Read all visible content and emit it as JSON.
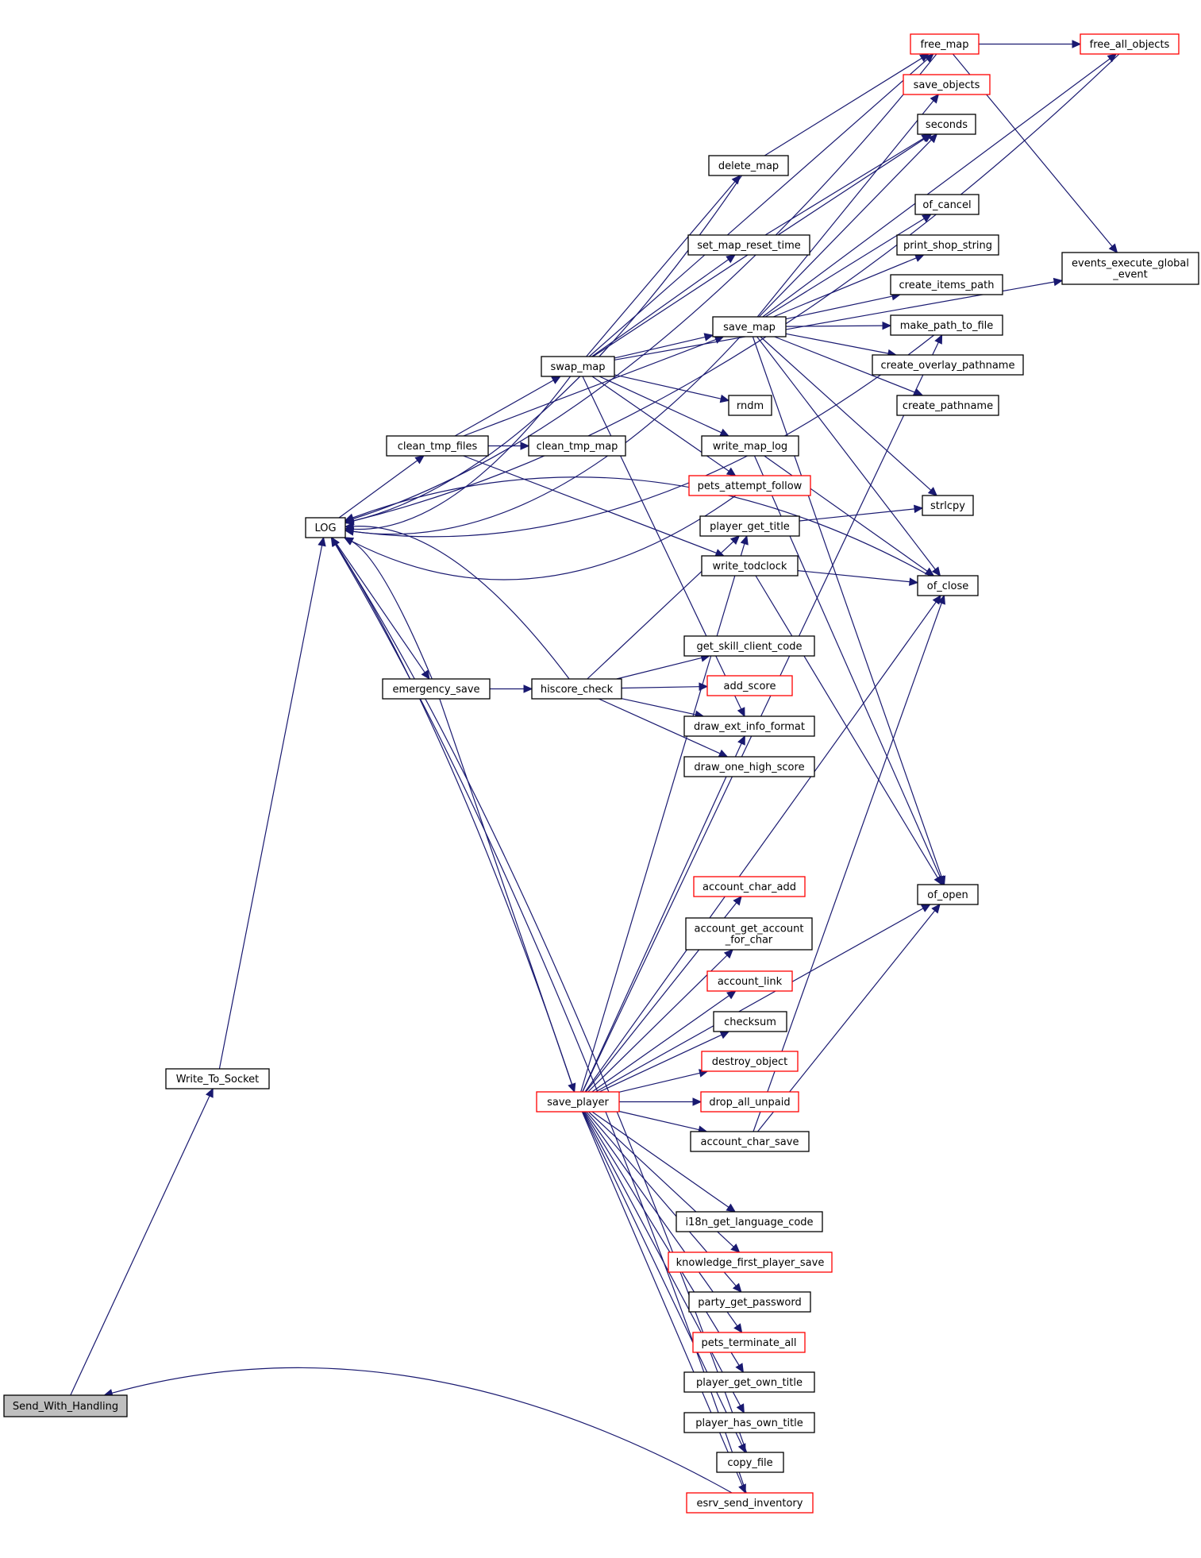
{
  "colors": {
    "edge": "#191970",
    "node_border": "#000000",
    "node_border_truncated": "#ff0000",
    "node_fill": "#ffffff",
    "root_fill": "#bfbfbf"
  },
  "nodes": [
    {
      "id": "send_with_handling",
      "lines": [
        "Send_With_Handling"
      ],
      "style": "root"
    },
    {
      "id": "write_to_socket",
      "lines": [
        "Write_To_Socket"
      ],
      "style": "normal"
    },
    {
      "id": "log",
      "lines": [
        "LOG"
      ],
      "style": "normal"
    },
    {
      "id": "clean_tmp_files",
      "lines": [
        "clean_tmp_files"
      ],
      "style": "normal"
    },
    {
      "id": "emergency_save",
      "lines": [
        "emergency_save"
      ],
      "style": "normal"
    },
    {
      "id": "swap_map",
      "lines": [
        "swap_map"
      ],
      "style": "normal"
    },
    {
      "id": "clean_tmp_map",
      "lines": [
        "clean_tmp_map"
      ],
      "style": "normal"
    },
    {
      "id": "hiscore_check",
      "lines": [
        "hiscore_check"
      ],
      "style": "normal"
    },
    {
      "id": "save_player",
      "lines": [
        "save_player"
      ],
      "style": "truncated"
    },
    {
      "id": "delete_map",
      "lines": [
        "delete_map"
      ],
      "style": "normal"
    },
    {
      "id": "set_map_reset_time",
      "lines": [
        "set_map_reset_time"
      ],
      "style": "normal"
    },
    {
      "id": "save_map",
      "lines": [
        "save_map"
      ],
      "style": "normal"
    },
    {
      "id": "rndm",
      "lines": [
        "rndm"
      ],
      "style": "normal"
    },
    {
      "id": "write_map_log",
      "lines": [
        "write_map_log"
      ],
      "style": "normal"
    },
    {
      "id": "pets_attempt_follow",
      "lines": [
        "pets_attempt_follow"
      ],
      "style": "truncated"
    },
    {
      "id": "player_get_title",
      "lines": [
        "player_get_title"
      ],
      "style": "normal"
    },
    {
      "id": "write_todclock",
      "lines": [
        "write_todclock"
      ],
      "style": "normal"
    },
    {
      "id": "get_skill_client_code",
      "lines": [
        "get_skill_client_code"
      ],
      "style": "normal"
    },
    {
      "id": "add_score",
      "lines": [
        "add_score"
      ],
      "style": "truncated"
    },
    {
      "id": "draw_ext_info_format",
      "lines": [
        "draw_ext_info_format"
      ],
      "style": "normal"
    },
    {
      "id": "draw_one_high_score",
      "lines": [
        "draw_one_high_score"
      ],
      "style": "normal"
    },
    {
      "id": "account_char_add",
      "lines": [
        "account_char_add"
      ],
      "style": "truncated"
    },
    {
      "id": "account_get_account_for_char",
      "lines": [
        "account_get_account",
        "_for_char"
      ],
      "style": "normal"
    },
    {
      "id": "account_link",
      "lines": [
        "account_link"
      ],
      "style": "truncated"
    },
    {
      "id": "checksum",
      "lines": [
        "checksum"
      ],
      "style": "normal"
    },
    {
      "id": "destroy_object",
      "lines": [
        "destroy_object"
      ],
      "style": "truncated"
    },
    {
      "id": "drop_all_unpaid",
      "lines": [
        "drop_all_unpaid"
      ],
      "style": "truncated"
    },
    {
      "id": "account_char_save",
      "lines": [
        "account_char_save"
      ],
      "style": "normal"
    },
    {
      "id": "i18n_get_language_code",
      "lines": [
        "i18n_get_language_code"
      ],
      "style": "normal"
    },
    {
      "id": "knowledge_first_player_save",
      "lines": [
        "knowledge_first_player_save"
      ],
      "style": "truncated"
    },
    {
      "id": "party_get_password",
      "lines": [
        "party_get_password"
      ],
      "style": "normal"
    },
    {
      "id": "pets_terminate_all",
      "lines": [
        "pets_terminate_all"
      ],
      "style": "truncated"
    },
    {
      "id": "player_get_own_title",
      "lines": [
        "player_get_own_title"
      ],
      "style": "normal"
    },
    {
      "id": "player_has_own_title",
      "lines": [
        "player_has_own_title"
      ],
      "style": "normal"
    },
    {
      "id": "copy_file",
      "lines": [
        "copy_file"
      ],
      "style": "normal"
    },
    {
      "id": "esrv_send_inventory",
      "lines": [
        "esrv_send_inventory"
      ],
      "style": "truncated"
    },
    {
      "id": "free_map",
      "lines": [
        "free_map"
      ],
      "style": "truncated"
    },
    {
      "id": "save_objects",
      "lines": [
        "save_objects"
      ],
      "style": "truncated"
    },
    {
      "id": "seconds",
      "lines": [
        "seconds"
      ],
      "style": "normal"
    },
    {
      "id": "of_cancel",
      "lines": [
        "of_cancel"
      ],
      "style": "normal"
    },
    {
      "id": "print_shop_string",
      "lines": [
        "print_shop_string"
      ],
      "style": "normal"
    },
    {
      "id": "create_items_path",
      "lines": [
        "create_items_path"
      ],
      "style": "normal"
    },
    {
      "id": "make_path_to_file",
      "lines": [
        "make_path_to_file"
      ],
      "style": "normal"
    },
    {
      "id": "create_overlay_pathname",
      "lines": [
        "create_overlay_pathname"
      ],
      "style": "normal"
    },
    {
      "id": "create_pathname",
      "lines": [
        "create_pathname"
      ],
      "style": "normal"
    },
    {
      "id": "strlcpy",
      "lines": [
        "strlcpy"
      ],
      "style": "normal"
    },
    {
      "id": "of_close",
      "lines": [
        "of_close"
      ],
      "style": "normal"
    },
    {
      "id": "of_open",
      "lines": [
        "of_open"
      ],
      "style": "normal"
    },
    {
      "id": "free_all_objects",
      "lines": [
        "free_all_objects"
      ],
      "style": "truncated"
    },
    {
      "id": "events_execute_global_event",
      "lines": [
        "events_execute_global",
        "_event"
      ],
      "style": "normal"
    }
  ],
  "edges": [
    [
      "send_with_handling",
      "write_to_socket"
    ],
    [
      "write_to_socket",
      "log"
    ],
    [
      "esrv_send_inventory",
      "send_with_handling"
    ],
    [
      "log",
      "clean_tmp_files"
    ],
    [
      "log",
      "emergency_save"
    ],
    [
      "clean_tmp_files",
      "clean_tmp_map"
    ],
    [
      "clean_tmp_files",
      "swap_map"
    ],
    [
      "clean_tmp_files",
      "save_map"
    ],
    [
      "clean_tmp_files",
      "write_todclock"
    ],
    [
      "emergency_save",
      "hiscore_check"
    ],
    [
      "emergency_save",
      "save_player"
    ],
    [
      "emergency_save",
      "log"
    ],
    [
      "swap_map",
      "log"
    ],
    [
      "swap_map",
      "delete_map"
    ],
    [
      "swap_map",
      "set_map_reset_time"
    ],
    [
      "swap_map",
      "save_map"
    ],
    [
      "swap_map",
      "rndm"
    ],
    [
      "swap_map",
      "write_map_log"
    ],
    [
      "swap_map",
      "pets_attempt_follow"
    ],
    [
      "swap_map",
      "free_map"
    ],
    [
      "swap_map",
      "events_execute_global_event"
    ],
    [
      "swap_map",
      "seconds"
    ],
    [
      "swap_map",
      "draw_ext_info_format"
    ],
    [
      "hiscore_check",
      "log"
    ],
    [
      "hiscore_check",
      "player_get_title"
    ],
    [
      "hiscore_check",
      "get_skill_client_code"
    ],
    [
      "hiscore_check",
      "add_score"
    ],
    [
      "hiscore_check",
      "draw_ext_info_format"
    ],
    [
      "hiscore_check",
      "draw_one_high_score"
    ],
    [
      "delete_map",
      "log"
    ],
    [
      "delete_map",
      "free_map"
    ],
    [
      "set_map_reset_time",
      "seconds"
    ],
    [
      "save_map",
      "log"
    ],
    [
      "save_map",
      "seconds"
    ],
    [
      "save_map",
      "of_cancel"
    ],
    [
      "save_map",
      "print_shop_string"
    ],
    [
      "save_map",
      "create_items_path"
    ],
    [
      "save_map",
      "make_path_to_file"
    ],
    [
      "save_map",
      "create_overlay_pathname"
    ],
    [
      "save_map",
      "create_pathname"
    ],
    [
      "save_map",
      "strlcpy"
    ],
    [
      "save_map",
      "of_close"
    ],
    [
      "save_map",
      "of_open"
    ],
    [
      "save_map",
      "save_objects"
    ],
    [
      "save_map",
      "free_all_objects"
    ],
    [
      "write_map_log",
      "of_close"
    ],
    [
      "write_map_log",
      "of_open"
    ],
    [
      "pets_attempt_follow",
      "log"
    ],
    [
      "player_get_title",
      "strlcpy"
    ],
    [
      "write_todclock",
      "of_close"
    ],
    [
      "write_todclock",
      "of_open"
    ],
    [
      "of_close",
      "log"
    ],
    [
      "free_map",
      "free_all_objects"
    ],
    [
      "free_map",
      "events_execute_global_event"
    ],
    [
      "free_map",
      "log"
    ],
    [
      "free_all_objects",
      "log"
    ],
    [
      "make_path_to_file",
      "log"
    ],
    [
      "save_player",
      "log"
    ],
    [
      "save_player",
      "account_char_add"
    ],
    [
      "save_player",
      "account_get_account_for_char"
    ],
    [
      "save_player",
      "account_link"
    ],
    [
      "save_player",
      "checksum"
    ],
    [
      "save_player",
      "destroy_object"
    ],
    [
      "save_player",
      "drop_all_unpaid"
    ],
    [
      "save_player",
      "account_char_save"
    ],
    [
      "save_player",
      "i18n_get_language_code"
    ],
    [
      "save_player",
      "knowledge_first_player_save"
    ],
    [
      "save_player",
      "party_get_password"
    ],
    [
      "save_player",
      "pets_terminate_all"
    ],
    [
      "save_player",
      "player_get_own_title"
    ],
    [
      "save_player",
      "player_has_own_title"
    ],
    [
      "save_player",
      "copy_file"
    ],
    [
      "save_player",
      "esrv_send_inventory"
    ],
    [
      "save_player",
      "draw_ext_info_format"
    ],
    [
      "save_player",
      "player_get_title"
    ],
    [
      "save_player",
      "of_close"
    ],
    [
      "save_player",
      "of_open"
    ],
    [
      "save_player",
      "make_path_to_file"
    ],
    [
      "account_char_save",
      "of_close"
    ],
    [
      "account_char_save",
      "of_open"
    ],
    [
      "copy_file",
      "log"
    ],
    [
      "esrv_send_inventory",
      "log"
    ]
  ]
}
